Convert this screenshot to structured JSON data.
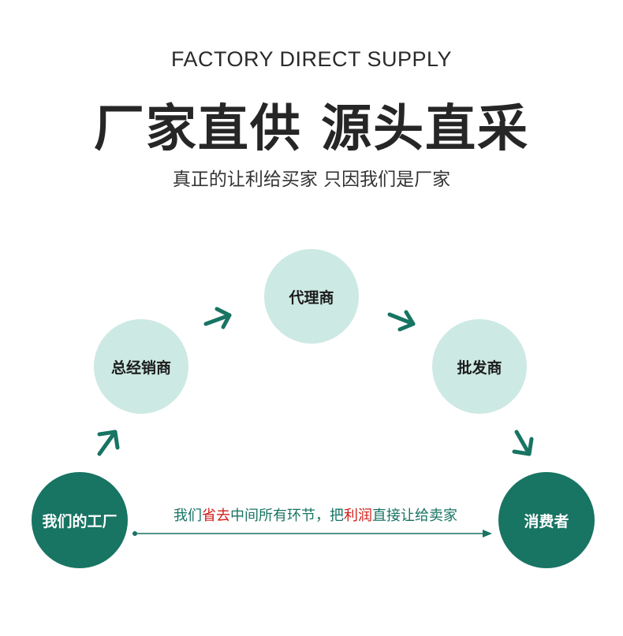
{
  "header": {
    "subtitle_en": "FACTORY DIRECT SUPPLY",
    "headline": "厂家直供 源头直采",
    "tagline": "真正的让利给买家 只因我们是厂家"
  },
  "nodes": {
    "factory": "我们的工厂",
    "general_distributor": "总经销商",
    "agent": "代理商",
    "wholesaler": "批发商",
    "consumer": "消费者"
  },
  "direct_line": {
    "part1": "我们",
    "part2_highlight": "省去",
    "part3": "中间所有环节，把",
    "part4_highlight": "利润",
    "part5": "直接让给卖家"
  },
  "colors": {
    "dark_green": "#187463",
    "light_mint": "#cde9e3",
    "highlight_red": "#d0201c"
  }
}
